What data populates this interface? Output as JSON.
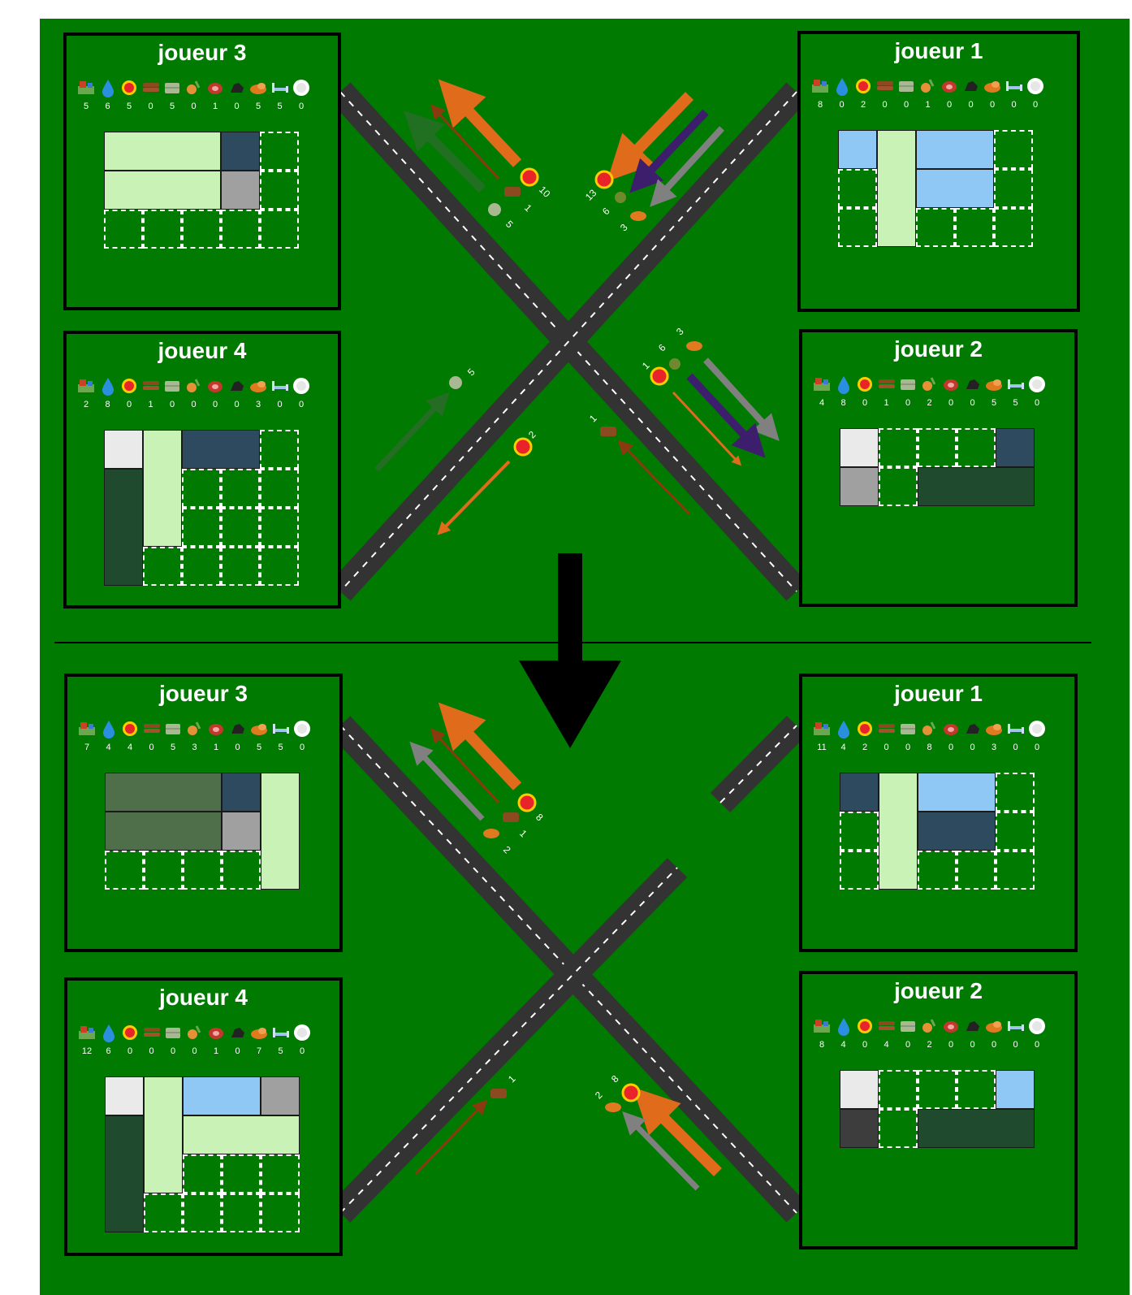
{
  "players": [
    {
      "id": "top-p3",
      "title": "joueur 3",
      "counts": [
        "5",
        "6",
        "5",
        "0",
        "5",
        "0",
        "1",
        "0",
        "5",
        "5",
        "0"
      ]
    },
    {
      "id": "top-p1",
      "title": "joueur 1",
      "counts": [
        "8",
        "0",
        "2",
        "0",
        "0",
        "1",
        "0",
        "0",
        "0",
        "0",
        "0"
      ]
    },
    {
      "id": "top-p4",
      "title": "joueur 4",
      "counts": [
        "2",
        "8",
        "0",
        "1",
        "0",
        "0",
        "0",
        "0",
        "3",
        "0",
        "0"
      ]
    },
    {
      "id": "top-p2",
      "title": "joueur 2",
      "counts": [
        "4",
        "8",
        "0",
        "1",
        "0",
        "2",
        "0",
        "0",
        "5",
        "5",
        "0"
      ]
    },
    {
      "id": "bot-p3",
      "title": "joueur 3",
      "counts": [
        "7",
        "4",
        "4",
        "0",
        "5",
        "3",
        "1",
        "0",
        "5",
        "5",
        "0"
      ]
    },
    {
      "id": "bot-p1",
      "title": "joueur 1",
      "counts": [
        "11",
        "4",
        "2",
        "0",
        "0",
        "8",
        "0",
        "0",
        "3",
        "0",
        "0"
      ]
    },
    {
      "id": "bot-p4",
      "title": "joueur 4",
      "counts": [
        "12",
        "6",
        "0",
        "0",
        "0",
        "0",
        "1",
        "0",
        "7",
        "5",
        "0"
      ]
    },
    {
      "id": "bot-p2",
      "title": "joueur 2",
      "counts": [
        "8",
        "4",
        "0",
        "4",
        "0",
        "2",
        "0",
        "0",
        "0",
        "0",
        "0"
      ]
    }
  ],
  "resource_icons": [
    "land-icon",
    "water-icon",
    "energy-icon",
    "wood-icon",
    "hay-icon",
    "vegetables-icon",
    "meat-icon",
    "coal-icon",
    "leather-icon",
    "bed-icon",
    "plate-icon"
  ],
  "flow_labels": {
    "top": {
      "p3_energy": "10",
      "p3_wood": "1",
      "p3_hay": "5",
      "p1_energy": "13",
      "p1_veg": "6",
      "p1_leather": "3",
      "p2_energy": "1",
      "p2_veg": "6",
      "p2_leather": "3",
      "p4_hay": "5",
      "p4_energy": "2",
      "p4_wood": "1"
    },
    "bottom": {
      "p3_energy": "8",
      "p3_wood": "1",
      "p3_leather": "2",
      "p4_wood": "1",
      "p2_energy": "8",
      "p2_leather": "2"
    }
  },
  "colors": {
    "board": "#007a00",
    "road": "#333333",
    "energy": "#e06b1a",
    "leather": "#e07a1f",
    "wood": "#8b3a0f",
    "hay": "#2f6b2f",
    "vegetables": "#3d1e6d",
    "metal": "#808080"
  }
}
